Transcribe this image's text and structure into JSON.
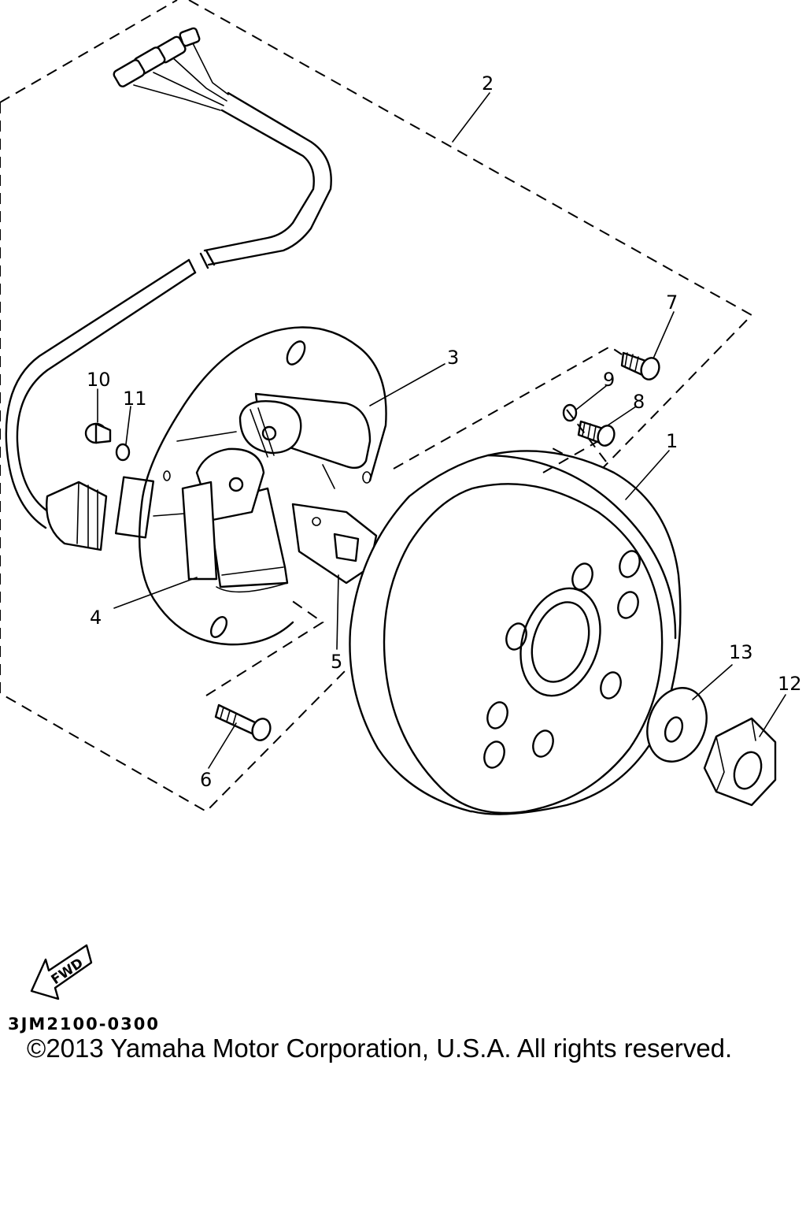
{
  "diagram": {
    "callouts": [
      "1",
      "2",
      "3",
      "4",
      "5",
      "6",
      "7",
      "8",
      "9",
      "10",
      "11",
      "12",
      "13"
    ],
    "fwd_label": "FWD",
    "ref_code": "3JM2100-0300",
    "copyright": "©2013 Yamaha Motor Corporation, U.S.A. All rights reserved."
  }
}
